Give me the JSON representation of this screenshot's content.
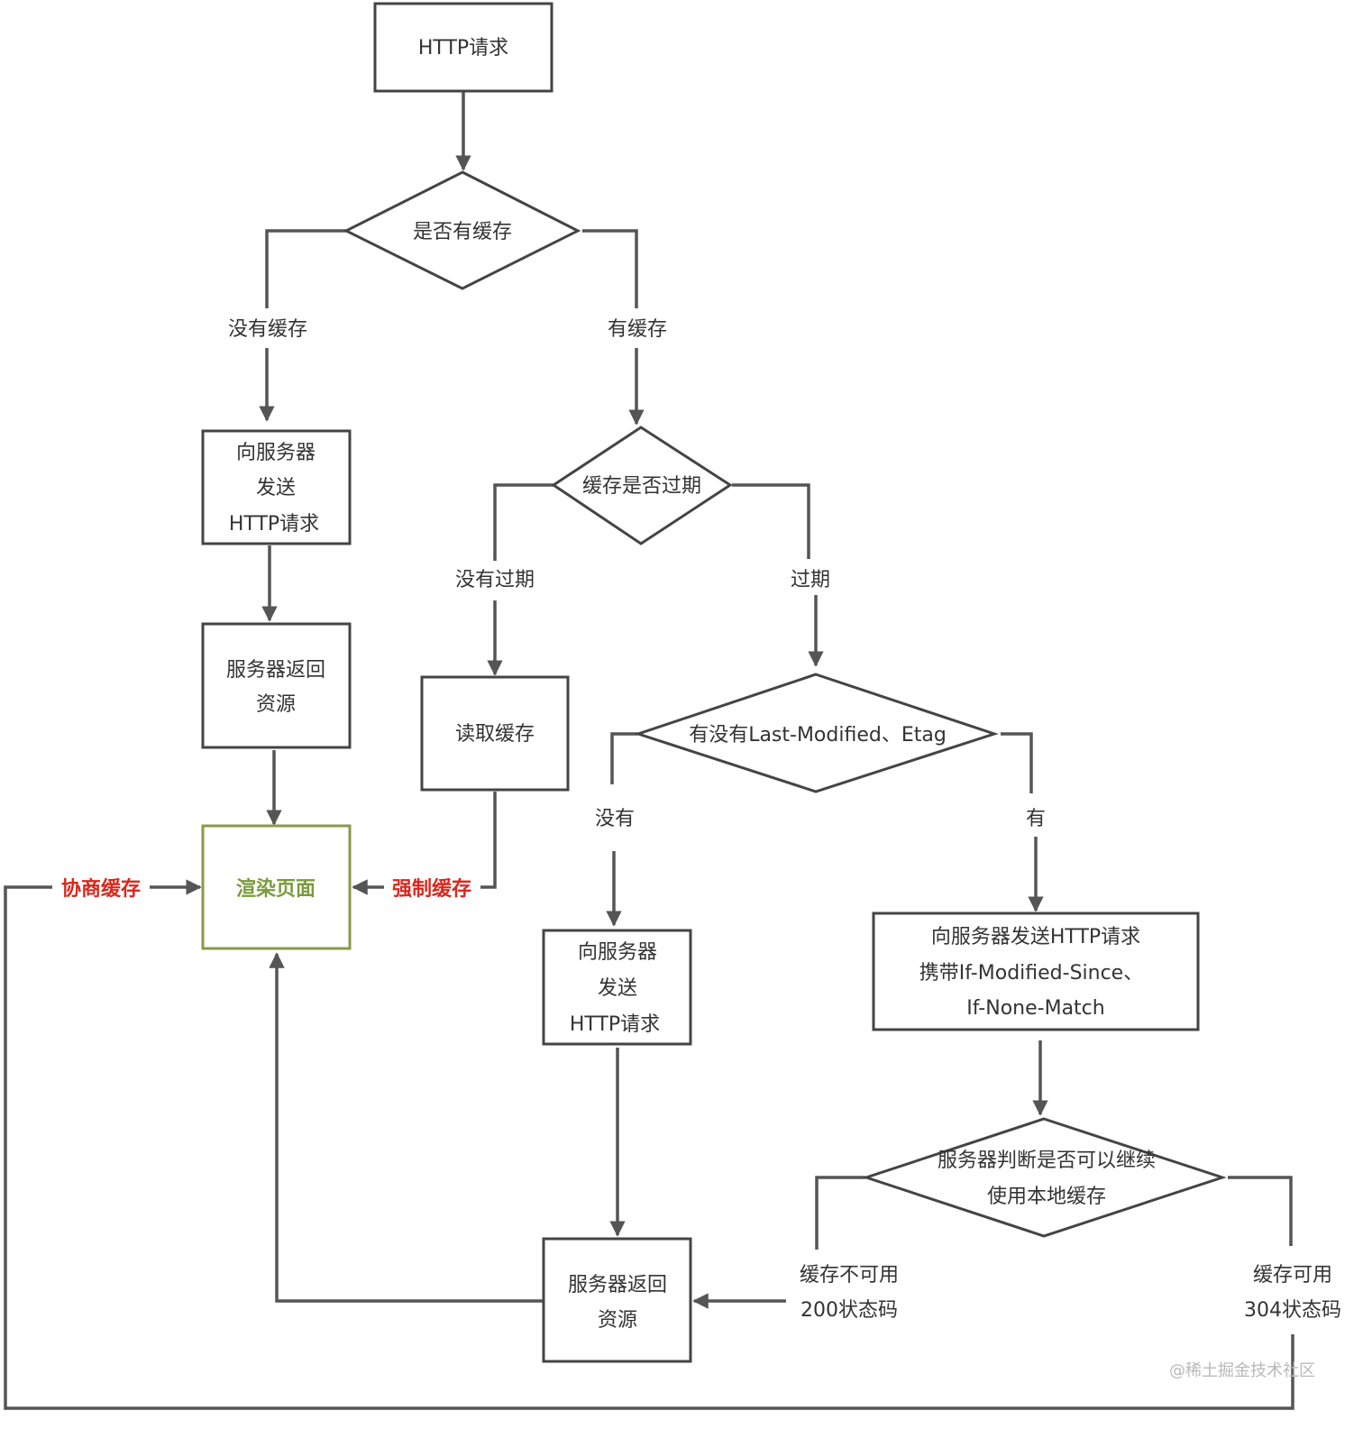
{
  "nodes": {
    "http_request": "HTTP请求",
    "has_cache": "是否有缓存",
    "send_request_1": [
      "向服务器",
      "发送",
      "HTTP请求"
    ],
    "server_return_1": [
      "服务器返回",
      "资源"
    ],
    "cache_expired": "缓存是否过期",
    "read_cache": "读取缓存",
    "render_page": "渲染页面",
    "has_validators": "有没有Last-Modified、Etag",
    "send_request_2": [
      "向服务器",
      "发送",
      "HTTP请求"
    ],
    "send_conditional": [
      "向服务器发送HTTP请求",
      "携带If-Modified-Since、",
      "If-None-Match"
    ],
    "server_judge": [
      "服务器判断是否可以继续",
      "使用本地缓存"
    ],
    "server_return_2": [
      "服务器返回",
      "资源"
    ]
  },
  "edge_labels": {
    "no_cache": "没有缓存",
    "has_cache": "有缓存",
    "not_expired": "没有过期",
    "expired": "过期",
    "no_validators": "没有",
    "has_validators": "有",
    "cache_unusable": [
      "缓存不可用",
      "200状态码"
    ],
    "cache_usable": [
      "缓存可用",
      "304状态码"
    ],
    "negotiated_cache": "协商缓存",
    "forced_cache": "强制缓存"
  },
  "watermark": "@稀土掘金技术社区",
  "colors": {
    "line": "#555555",
    "forced_cache": "#d9281e",
    "negotiated_cache": "#d9281e",
    "render_page": "#7a9a3e"
  }
}
